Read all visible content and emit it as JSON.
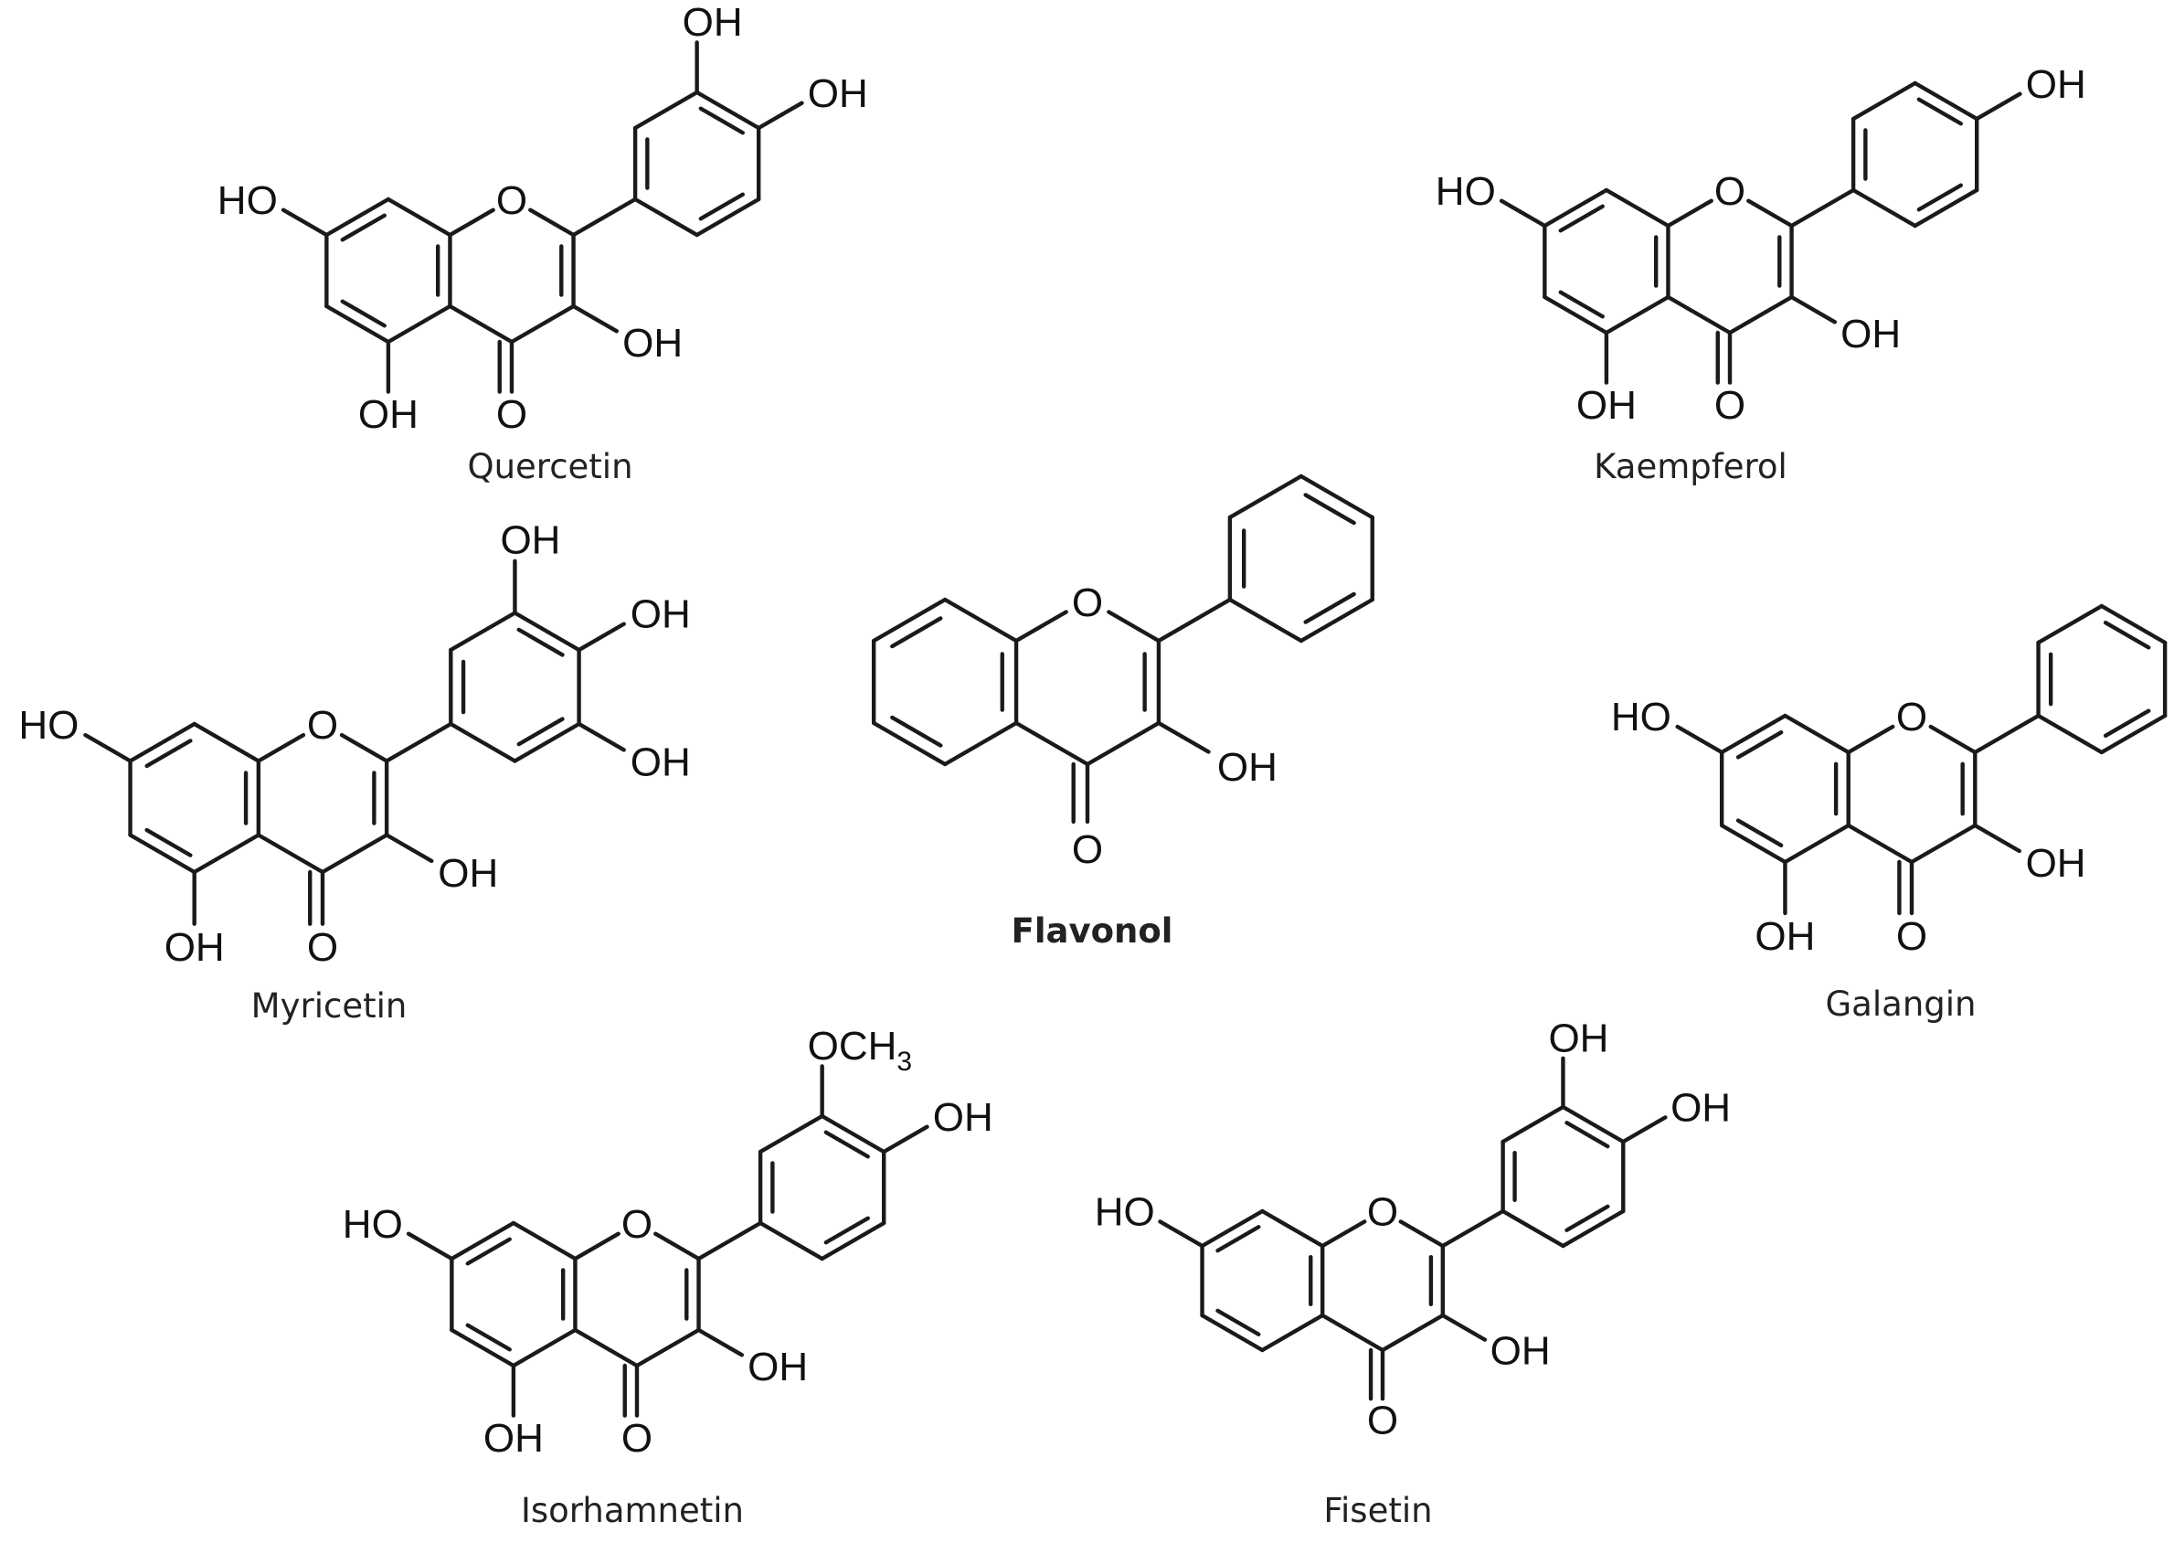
{
  "compounds": [
    {
      "key": "quercetin",
      "name": "Quercetin",
      "bold": false,
      "labels": {
        "c7": "HO",
        "c5": "OH",
        "c4": "O",
        "c3": "OH",
        "o1": "O",
        "b3": "OH",
        "b4": "OH"
      }
    },
    {
      "key": "kaempferol",
      "name": "Kaempferol",
      "bold": false,
      "labels": {
        "c7": "HO",
        "c5": "OH",
        "c4": "O",
        "c3": "OH",
        "o1": "O",
        "b4": "OH"
      }
    },
    {
      "key": "myricetin",
      "name": "Myricetin",
      "bold": false,
      "labels": {
        "c7": "HO",
        "c5": "OH",
        "c4": "O",
        "c3": "OH",
        "o1": "O",
        "b3": "OH",
        "b4": "OH",
        "b5": "OH"
      }
    },
    {
      "key": "flavonol",
      "name": "Flavonol",
      "bold": true,
      "labels": {
        "c4": "O",
        "c3": "OH",
        "o1": "O"
      }
    },
    {
      "key": "galangin",
      "name": "Galangin",
      "bold": false,
      "labels": {
        "c7": "HO",
        "c5": "OH",
        "c4": "O",
        "c3": "OH",
        "o1": "O"
      }
    },
    {
      "key": "isorhamnetin",
      "name": "Isorhamnetin",
      "bold": false,
      "labels": {
        "c7": "HO",
        "c5": "OH",
        "c4": "O",
        "c3": "OH",
        "o1": "O",
        "b3": "OCH",
        "b3_sub": "3",
        "b4": "OH"
      }
    },
    {
      "key": "fisetin",
      "name": "Fisetin",
      "bold": false,
      "labels": {
        "c7": "HO",
        "c4": "O",
        "c3": "OH",
        "o1": "O",
        "b3": "OH",
        "b4": "OH"
      }
    }
  ]
}
